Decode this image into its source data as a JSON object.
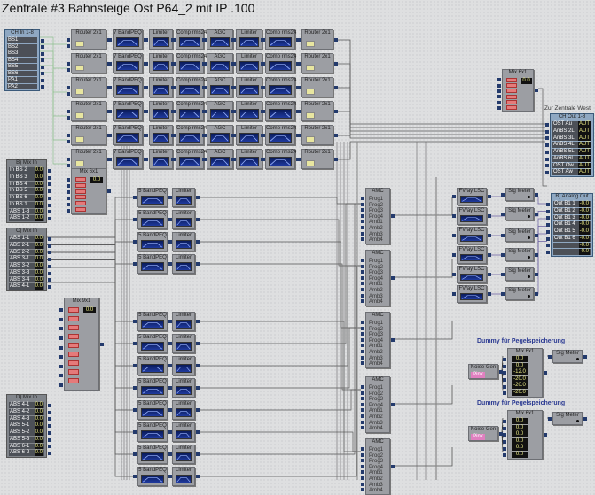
{
  "title": "Zentrale #3 Bahnsteige Ost P64_2 mit IP .100",
  "input_block": {
    "title": "CH In 1-8",
    "channels": [
      "BS1",
      "BS2",
      "BS3",
      "BS4",
      "BS5",
      "BS6",
      "PA1",
      "PA2"
    ]
  },
  "chain": {
    "rows": 6,
    "blocks": [
      "Router 2x1",
      "7 BandPEQ",
      "Limiter",
      "Comp rms24",
      "AGC",
      "Limiter",
      "Comp rms24",
      "Router 2x1"
    ]
  },
  "mix6_left": {
    "title": "Mix 6x1",
    "value": "0.0"
  },
  "mix_in_b": {
    "title": "B) Mix In",
    "rows": [
      "In BS 2",
      "In BS 3",
      "In BS 4",
      "In BS 5",
      "In BS 6",
      "In BS 1",
      "ABS 1-3",
      "ABS 1-2"
    ]
  },
  "mix_in_c": {
    "title": "C) Mix In",
    "rows": [
      "ABS 1-1",
      "ABS 2-1",
      "ABS 2-2",
      "ABS 3-1",
      "ABS 3-2",
      "ABS 3-3",
      "ABS 3-4",
      "ABS 4-1"
    ]
  },
  "mix_in_d": {
    "title": "D) Mix In",
    "rows": [
      "ABS 4-1",
      "ABS 4-2",
      "ABS 4-3",
      "ABS 5-1",
      "ABS 5-2",
      "ABS 5-3",
      "ABS 6-1",
      "ABS 6-2"
    ]
  },
  "mix9": {
    "title": "Mix 9x1",
    "value": "0.0"
  },
  "peq_limiter": {
    "peq": "5 BandPEQ",
    "limiter": "Limiter"
  },
  "amc": {
    "title": "AMC",
    "ports": [
      "Prog1",
      "Prog2",
      "Prog3",
      "Prog4",
      "Amb1",
      "Amb2",
      "Amb3",
      "Amb4"
    ]
  },
  "fv_label": "FV/ay LSC",
  "sig_meter": "Sig Meter",
  "analog_out": {
    "title": "B) Analog Out",
    "rows": [
      "Out B1 1",
      "Out B1 2",
      "Out B1 3",
      "Out B1 4",
      "Out B1 5",
      "Out B1 6",
      "",
      ""
    ],
    "value": "-0.0"
  },
  "mix6_right": {
    "title": "Mix 6x1",
    "value": "0.0"
  },
  "west": {
    "label": "Zur Zentrale West",
    "title": "CH Out 1-8",
    "rows": [
      "OST Au",
      "AnBS 2L",
      "AnBS 3L",
      "AnBS 4L",
      "AnBS 5L",
      "AnBS 6L",
      "OST Ow",
      "OST Aw"
    ],
    "tag": "AUT"
  },
  "dummy": [
    {
      "label": "Dummy für Pegelspeicherung",
      "mixer": "Mix 6x1",
      "source": "Noise Gen",
      "source_val": "Pink",
      "meter": "Sig Meter",
      "values": [
        "0.0",
        "0.0",
        "-12.0",
        "-20.0",
        "-20.0",
        "-20.0"
      ]
    },
    {
      "label": "Dummy für Pegelspeicherung",
      "mixer": "Mix 6x1",
      "source": "Noise Gen",
      "source_val": "Pink",
      "meter": "Sig Meter",
      "values": [
        "0.0",
        "0.0",
        "0.0",
        "0.0",
        "0.0",
        "0.0"
      ]
    }
  ]
}
